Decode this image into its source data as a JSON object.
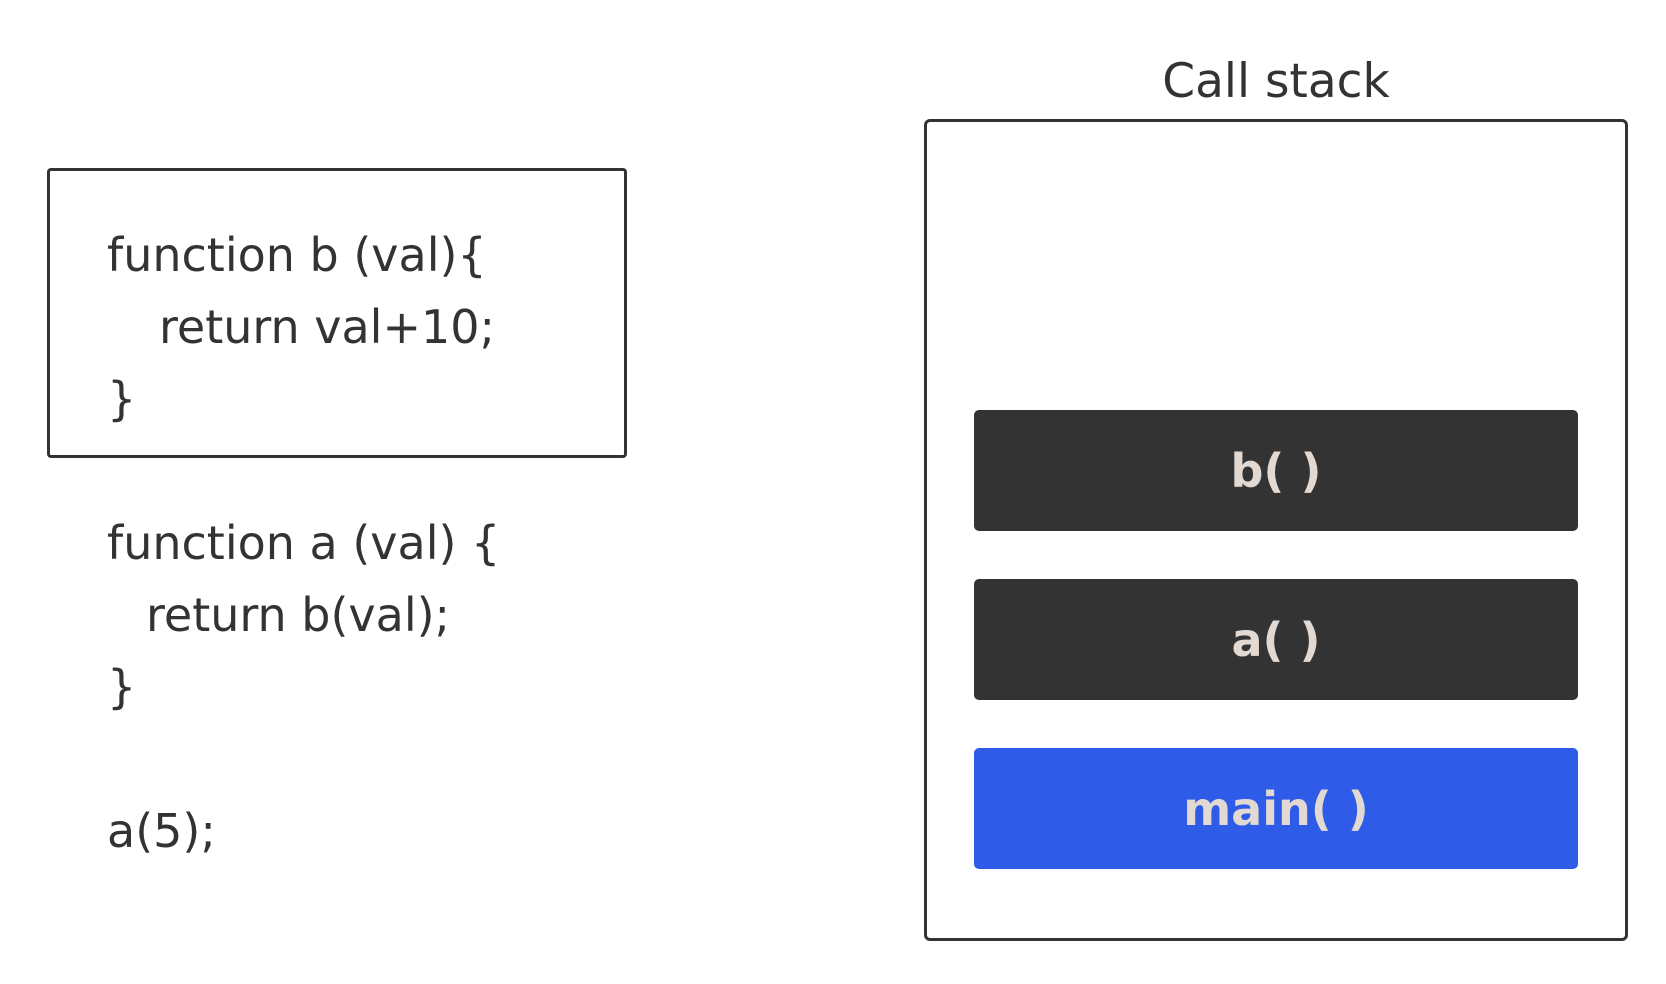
{
  "code": {
    "function_b": {
      "line1": "function b (val){",
      "line2": "return val+10;",
      "line3": "}"
    },
    "function_a": {
      "line1": "function a (val) {",
      "line2": "return b(val);",
      "line3": "}"
    },
    "call": "a(5);"
  },
  "call_stack": {
    "title": "Call stack",
    "frames": [
      {
        "label": "b( )",
        "color": "#333333"
      },
      {
        "label": "a( )",
        "color": "#333333"
      },
      {
        "label": "main( )",
        "color": "#2e5be8"
      }
    ],
    "label_color": "#e2d9d2"
  }
}
